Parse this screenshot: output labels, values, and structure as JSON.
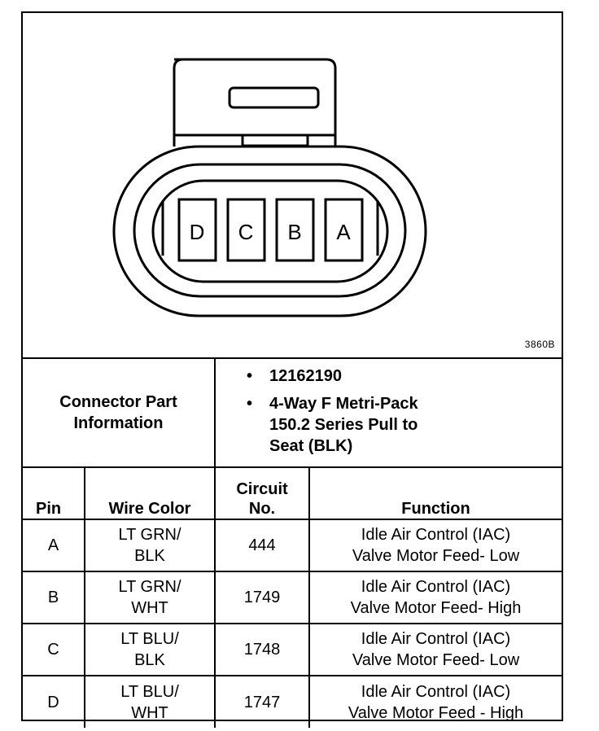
{
  "figure": {
    "pins": [
      "D",
      "C",
      "B",
      "A"
    ],
    "figure_id": "3860B"
  },
  "connector_info": {
    "label_lines": [
      "Connector Part",
      "Information"
    ],
    "items": [
      {
        "lines": [
          "12162190"
        ]
      },
      {
        "lines": [
          "4-Way F Metri-Pack",
          "150.2 Series Pull to",
          "Seat (BLK)"
        ]
      }
    ]
  },
  "table": {
    "headers": {
      "pin": "Pin",
      "wire_color": "Wire Color",
      "circuit_line1": "Circuit",
      "circuit_line2": "No.",
      "function": "Function"
    },
    "rows": [
      {
        "pin": "A",
        "wire1": "LT GRN/",
        "wire2": "BLK",
        "circuit": "444",
        "func1": "Idle Air Control (IAC)",
        "func2": "Valve Motor Feed- Low"
      },
      {
        "pin": "B",
        "wire1": "LT GRN/",
        "wire2": "WHT",
        "circuit": "1749",
        "func1": "Idle Air Control (IAC)",
        "func2": "Valve Motor Feed- High"
      },
      {
        "pin": "C",
        "wire1": "LT BLU/",
        "wire2": "BLK",
        "circuit": "1748",
        "func1": "Idle Air Control (IAC)",
        "func2": "Valve Motor Feed- Low"
      },
      {
        "pin": "D",
        "wire1": "LT BLU/",
        "wire2": "WHT",
        "circuit": "1747",
        "func1": "Idle Air Control (IAC)",
        "func2": "Valve Motor Feed - High"
      }
    ]
  }
}
